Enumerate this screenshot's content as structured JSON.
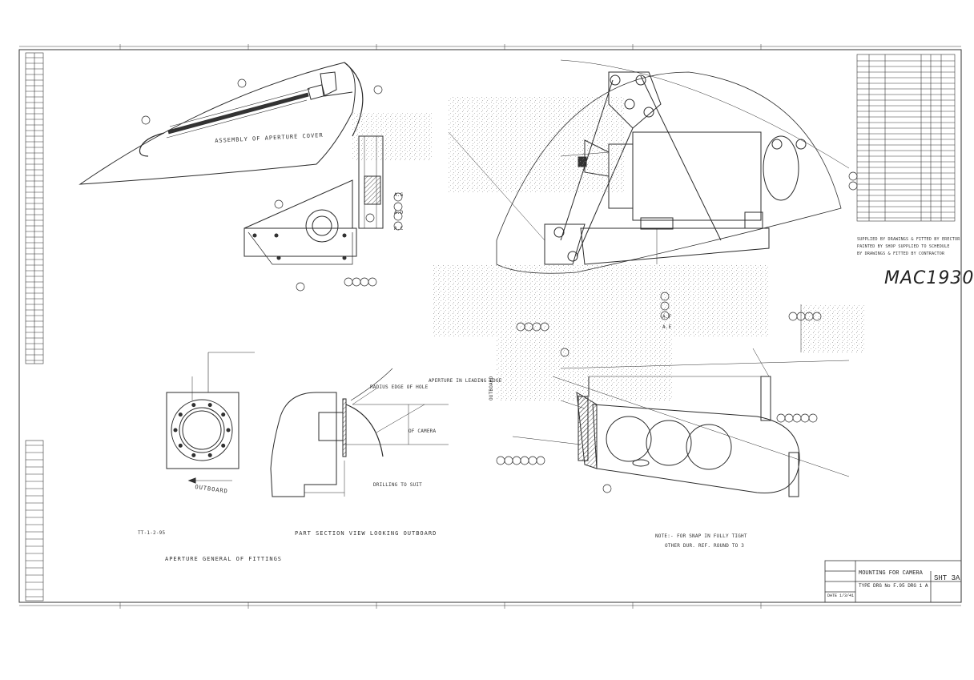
{
  "drawing": {
    "handwritten_id": "MAC1930",
    "views": {
      "aperture_cover": "ASSEMBLY OF APERTURE COVER",
      "outboard": "OUTBOARD",
      "part_section": "PART SECTION VIEW LOOKING OUTBOARD",
      "aperture_general": "APERTURE GENERAL OF FITTINGS"
    },
    "notes": {
      "note_title": "NOTE:-",
      "note_line1": "FOR SNAP IN FULLY TIGHT",
      "note_line2": "OTHER DUR. REF. ROUND TO 3",
      "left_bottom": "TT-1-2-95"
    },
    "callouts": [
      "RADIUS EDGE OF HOLE",
      "APERTURE IN LEADING EDGE",
      "OF CAMERA",
      "OUTBOARD",
      "DRILLING TO SUIT"
    ],
    "supply_notes": [
      "SUPPLIED BY DRAWINGS & FITTED BY ERECTOR",
      "PAINTED BY SHOP SUPPLIED TO SCHEDULE",
      "BY DRAWINGS & FITTED BY CONTRACTOR"
    ],
    "part_numbers": [
      "A.G",
      "A.D",
      "A.C",
      "A.F",
      "A.E"
    ],
    "title_block": {
      "line1": "MOUNTING FOR CAMERA",
      "line2": "TYPE DRG No F.95 DRG 1 A",
      "sheet": "SHT 3A",
      "date": "DATE 1/3/41"
    }
  },
  "colors": {
    "ink": "#2b2b2b",
    "grey_shade": "#8a8a8a",
    "paper": "#ffffff"
  }
}
